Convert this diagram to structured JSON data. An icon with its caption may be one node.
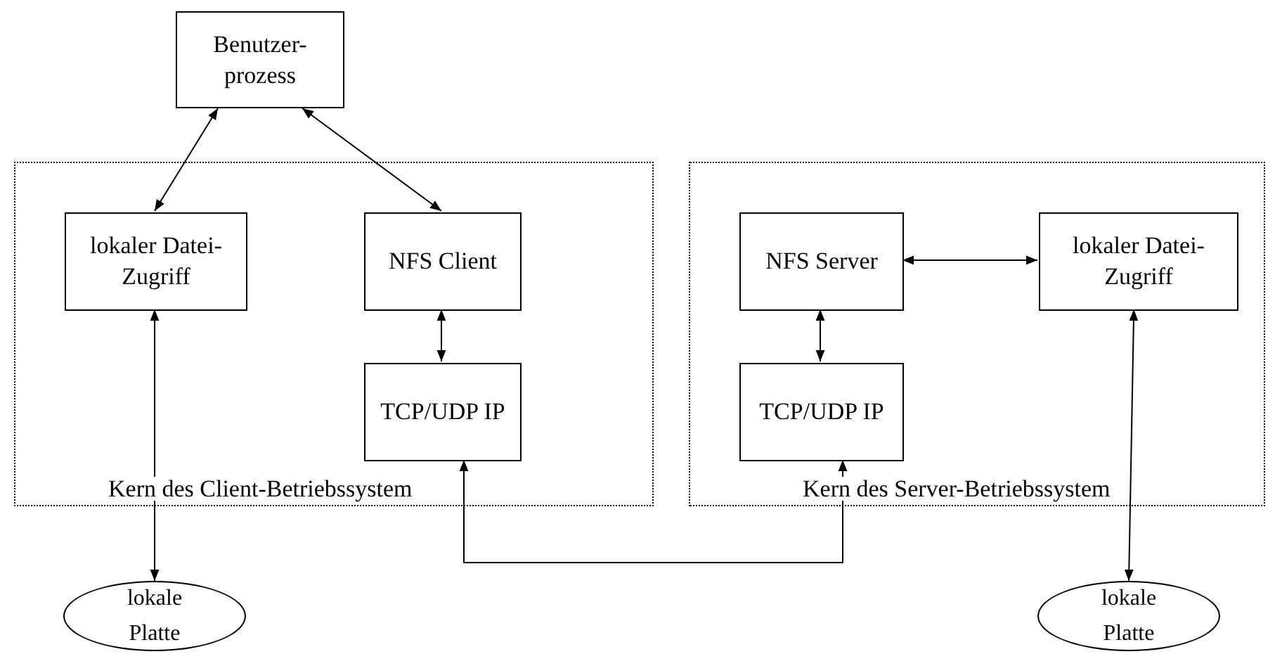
{
  "diagram": {
    "nodes": [
      {
        "text": [
          "Benutzer-prozess"
        ]
      },
      {
        "text": [
          "Kern des Client-Betriebssystem"
        ]
      },
      {
        "text": [
          "lokaler Datei-Zugriff"
        ],
        "in": 1
      },
      {
        "text": [
          "NFS Client"
        ],
        "in": 1
      },
      {
        "text": [
          "TCP/UDP IP"
        ],
        "in": 1
      },
      {
        "text": [
          "Kern des Server-Betriebssystem"
        ]
      },
      {
        "text": [
          "NFS Server"
        ],
        "in": 5
      },
      {
        "text": [
          "lokaler Datei-Zugriff"
        ],
        "in": 5
      },
      {
        "text": [
          "TCP/UDP IP"
        ],
        "in": 5
      },
      {
        "text": [
          "lokale Platte"
        ]
      },
      {
        "text": [
          "lokale Platte"
        ]
      }
    ],
    "edges": [
      {
        "from": 0,
        "to": 2,
        "arrow": "both"
      },
      {
        "from": 0,
        "to": 3,
        "arrow": "both"
      },
      {
        "from": 3,
        "to": 4,
        "arrow": "both"
      },
      {
        "from": 2,
        "to": 9,
        "arrow": "both"
      },
      {
        "from": 4,
        "to": 8,
        "arrow": "both"
      },
      {
        "from": 6,
        "to": 7,
        "arrow": "both"
      },
      {
        "from": 6,
        "to": 8,
        "arrow": "both"
      },
      {
        "from": 7,
        "to": 10,
        "arrow": "both"
      }
    ]
  }
}
